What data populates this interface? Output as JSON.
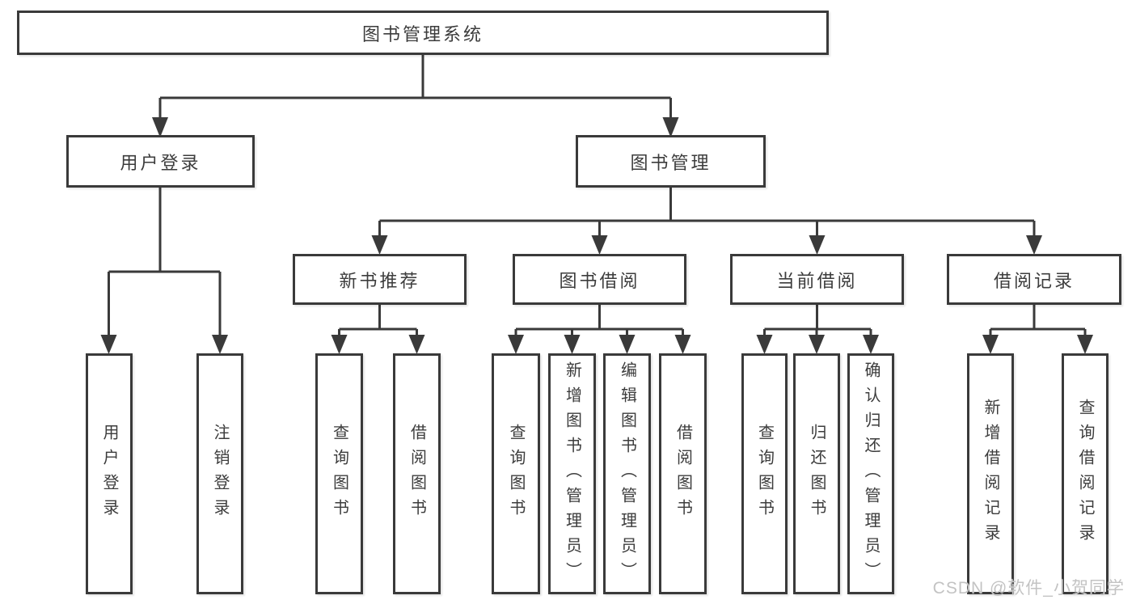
{
  "colors": {
    "line": "#3a3a3a",
    "box_border": "#3a3a3a",
    "box_background": "#ffffff",
    "text": "#3c3c3c",
    "watermark_text": "#c3c3c3",
    "page_background": "#ffffff"
  },
  "watermark": {
    "text": "CSDN @软件_小贺同学"
  },
  "tree": {
    "root": {
      "label": "图书管理系统",
      "children": [
        {
          "label": "用户登录",
          "children": [
            {
              "label": "用户登录"
            },
            {
              "label": "注销登录"
            }
          ]
        },
        {
          "label": "图书管理",
          "children": [
            {
              "label": "新书推荐",
              "children": [
                {
                  "label": "查询图书"
                },
                {
                  "label": "借阅图书"
                }
              ]
            },
            {
              "label": "图书借阅",
              "children": [
                {
                  "label": "查询图书"
                },
                {
                  "label": "新增图书（管理员）"
                },
                {
                  "label": "编辑图书（管理员）"
                },
                {
                  "label": "借阅图书"
                }
              ]
            },
            {
              "label": "当前借阅",
              "children": [
                {
                  "label": "查询图书"
                },
                {
                  "label": "归还图书"
                },
                {
                  "label": "确认归还（管理员）"
                }
              ]
            },
            {
              "label": "借阅记录",
              "children": [
                {
                  "label": "新增借阅记录"
                },
                {
                  "label": "查询借阅记录"
                }
              ]
            }
          ]
        }
      ]
    }
  }
}
